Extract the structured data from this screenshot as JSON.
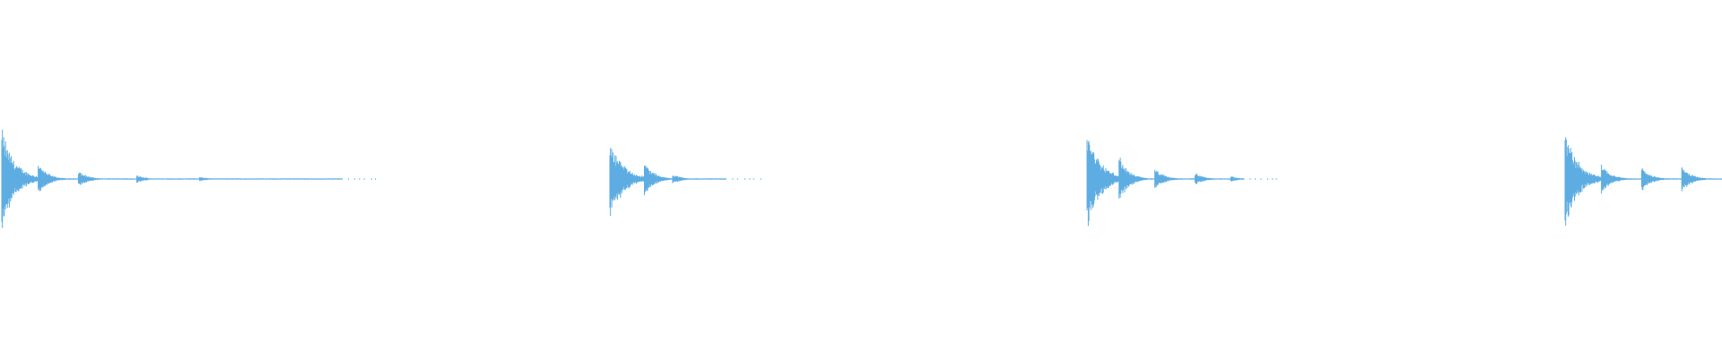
{
  "waveform": {
    "color": "#5DADE2",
    "background": "#FFFFFF",
    "hits": [
      {
        "peak": 1.0
      },
      {
        "peak": 0.82
      },
      {
        "peak": 1.0
      },
      {
        "peak": 0.98
      }
    ]
  }
}
